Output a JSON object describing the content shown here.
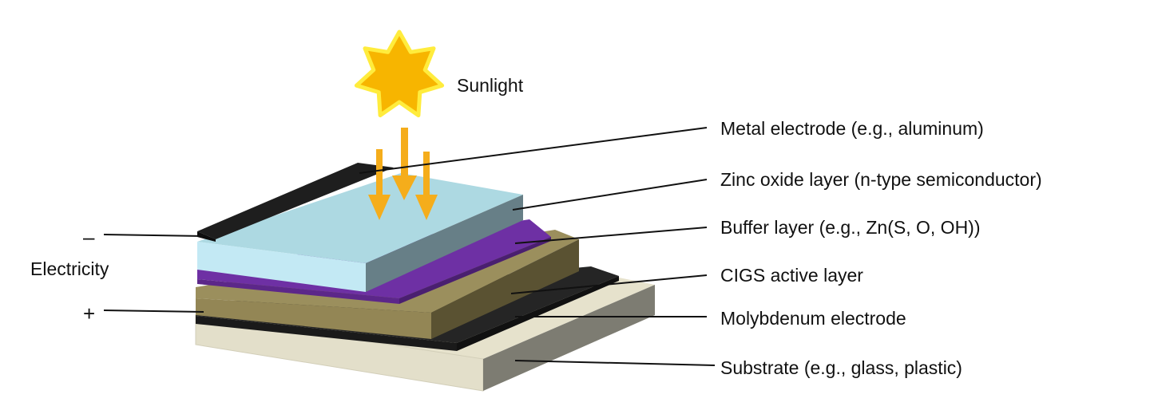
{
  "labels": {
    "sunlight": "Sunlight",
    "metal_electrode": "Metal electrode (e.g., aluminum)",
    "zinc_oxide": "Zinc oxide layer (n-type semiconductor)",
    "buffer": "Buffer layer (e.g., Zn(S, O, OH))",
    "cigs": "CIGS active layer",
    "molybdenum": "Molybdenum electrode",
    "substrate": "Substrate (e.g., glass, plastic)",
    "electricity": "Electricity",
    "minus": "–",
    "plus": "+"
  },
  "colors": {
    "sun_fill": "#f7b500",
    "sun_glow": "#ffec3d",
    "arrow": "#f5ad1b",
    "substrate_top": "#e6e2cc",
    "substrate_side": "#7d7c72",
    "molybdenum": "#222222",
    "cigs_top": "#9b8f5d",
    "cigs_side": "#5a5232",
    "buffer_top": "#6b2fa0",
    "buffer_side": "#4a1f70",
    "zno_top": "#add9e2",
    "zno_front": "#c3e9f4",
    "zno_side": "#677f87",
    "metal": "#1e1e1e"
  }
}
